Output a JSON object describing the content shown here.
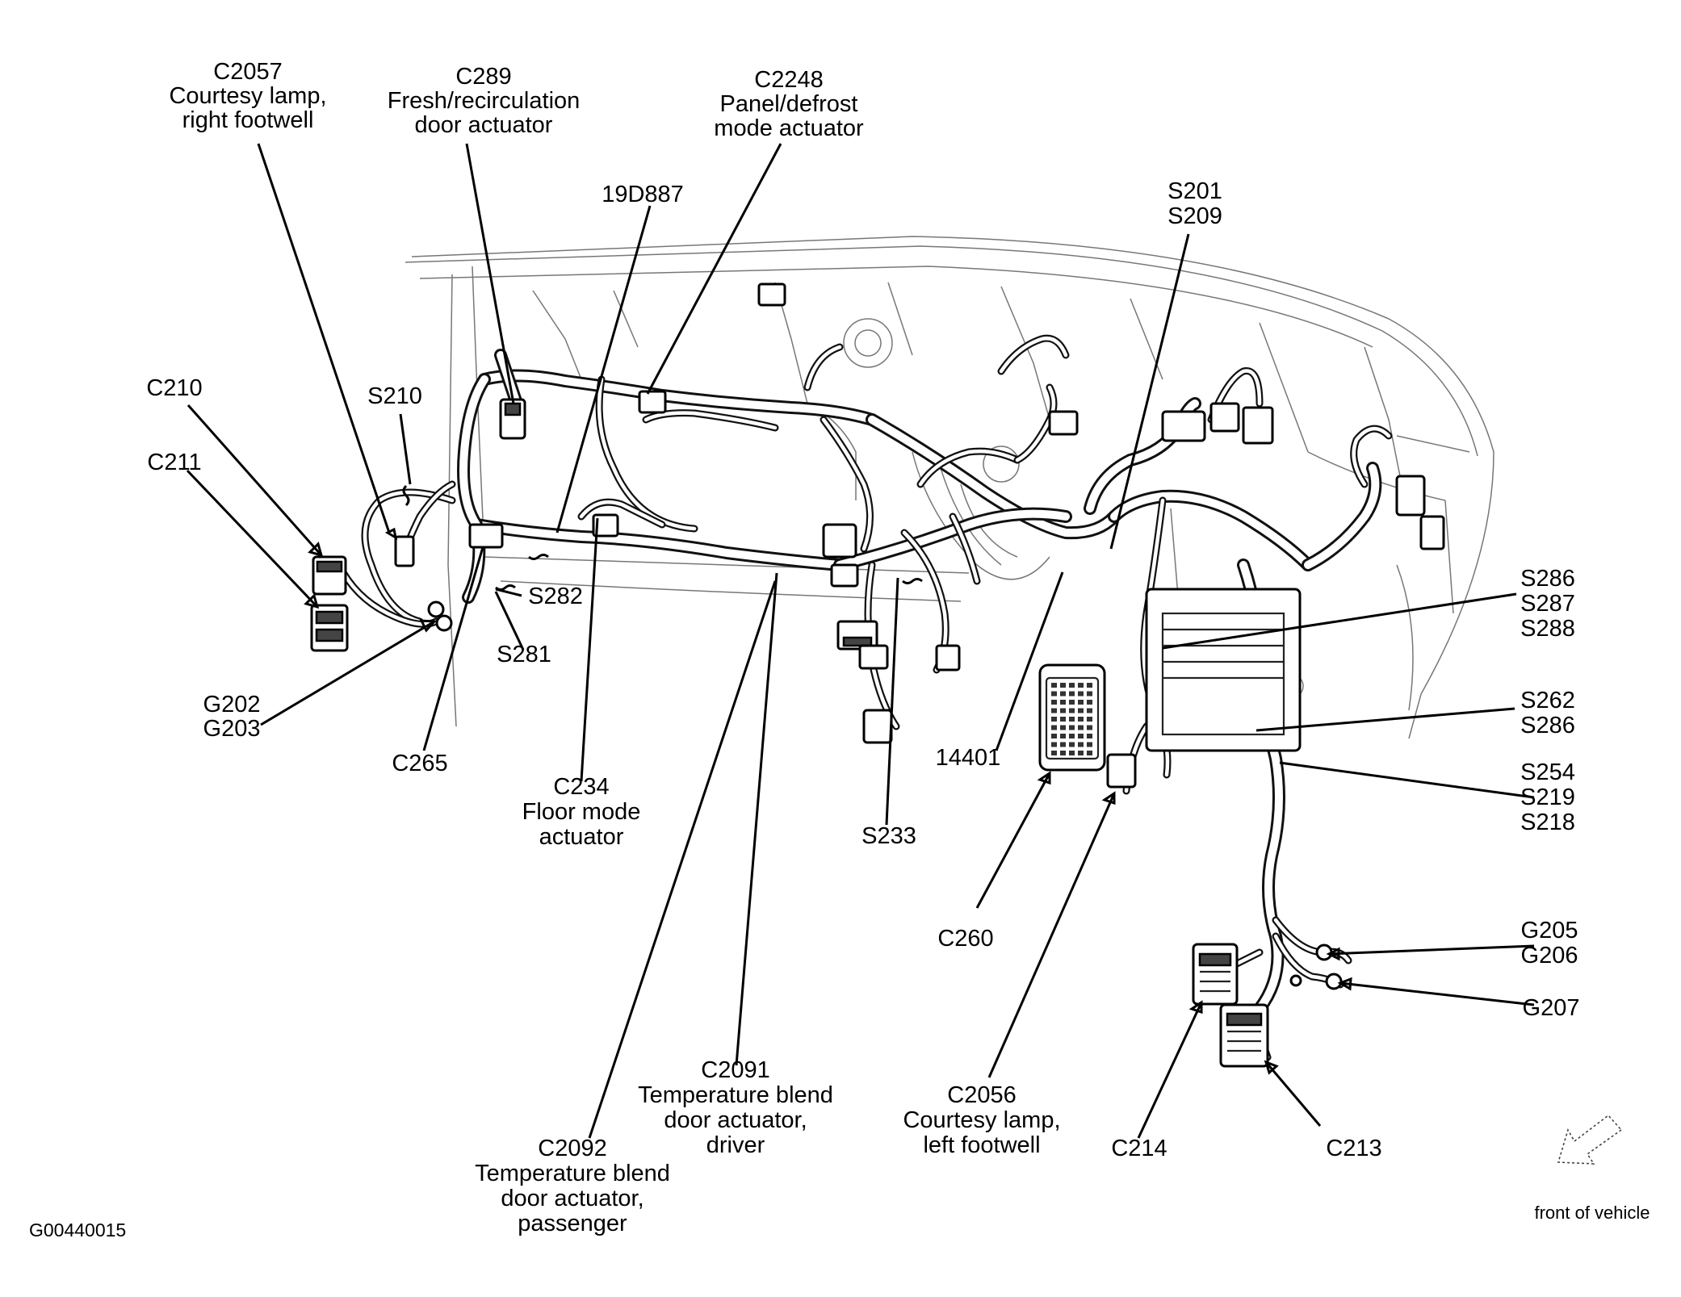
{
  "labels": {
    "c2057": [
      "C2057",
      "Courtesy lamp,",
      "right footwell"
    ],
    "c289": [
      "C289",
      "Fresh/recirculation",
      "door actuator"
    ],
    "c2248": [
      "C2248",
      "Panel/defrost",
      "mode actuator"
    ],
    "d19d887": [
      "19D887"
    ],
    "s201": [
      "S201",
      "S209"
    ],
    "c210": [
      "C210"
    ],
    "s210": [
      "S210"
    ],
    "c211": [
      "C211"
    ],
    "s282": [
      "S282"
    ],
    "s281": [
      "S281"
    ],
    "g202": [
      "G202",
      "G203"
    ],
    "c265": [
      "C265"
    ],
    "c234": [
      "C234",
      "Floor mode",
      "actuator"
    ],
    "d14401": [
      "14401"
    ],
    "s233": [
      "S233"
    ],
    "s286": [
      "S286",
      "S287",
      "S288"
    ],
    "s262": [
      "S262",
      "S286"
    ],
    "s254": [
      "S254",
      "S219",
      "S218"
    ],
    "c260": [
      "C260"
    ],
    "g205": [
      "G205",
      "G206"
    ],
    "g207": [
      "G207"
    ],
    "c2091": [
      "C2091",
      "Temperature blend",
      "door actuator,",
      "driver"
    ],
    "c2056": [
      "C2056",
      "Courtesy lamp,",
      "left footwell"
    ],
    "c214": [
      "C214"
    ],
    "c213": [
      "C213"
    ],
    "c2092": [
      "C2092",
      "Temperature blend",
      "door actuator,",
      "passenger"
    ]
  },
  "orientation": {
    "text": "front of vehicle",
    "icon": "front-arrow-icon"
  },
  "figure_code": "G00440015"
}
